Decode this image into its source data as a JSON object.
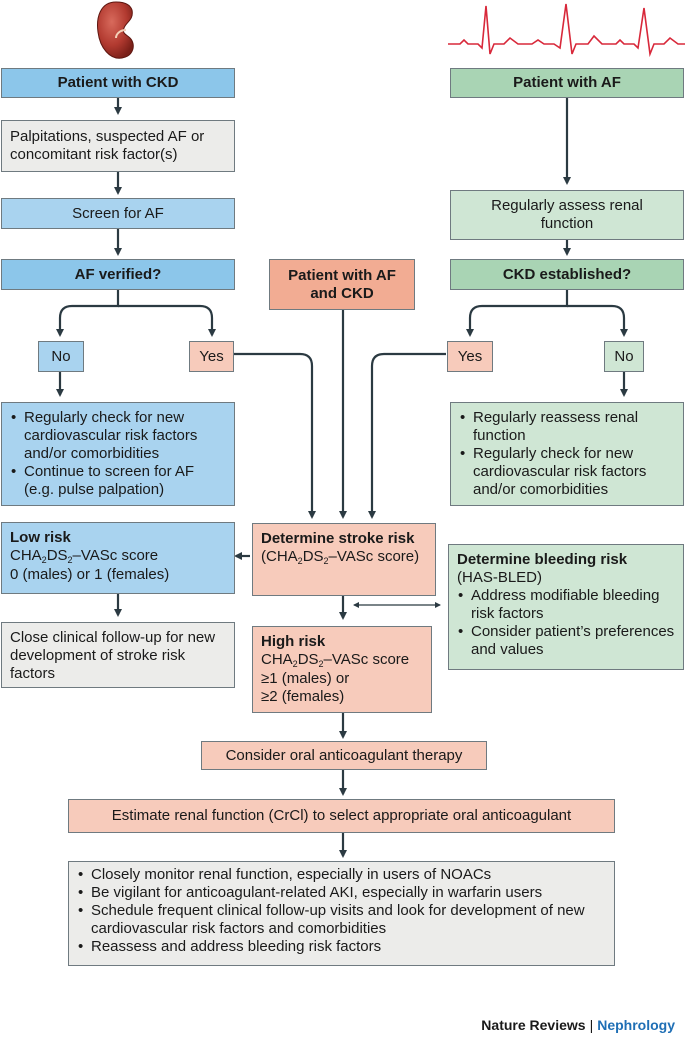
{
  "ckd_header": "Patient with CKD",
  "af_header": "Patient with AF",
  "palpitations": "Palpitations, suspected AF or concomitant risk factor(s)",
  "screen_af": "Screen for AF",
  "af_verified": "AF verified?",
  "left_no": "No",
  "left_yes": "Yes",
  "left_no_bullets": [
    "Regularly check for new cardiovascular risk factors and/or comorbidities",
    "Continue to screen for AF (e.g. pulse palpation)"
  ],
  "regular_assess": "Regularly assess renal function",
  "ckd_established": "CKD established?",
  "right_yes": "Yes",
  "right_no": "No",
  "right_no_bullets": [
    "Regularly reassess renal function",
    "Regularly check for new cardiovascular risk factors and/or comorbidities"
  ],
  "af_ckd": "Patient with AF and CKD",
  "stroke": {
    "title": "Determine stroke risk",
    "pre": "(CHA",
    "mid": "DS",
    "post": "–VASc score)",
    "sub1": "2",
    "sub2": "2"
  },
  "low_risk": {
    "title": "Low risk",
    "score_pre": "CHA",
    "score_mid": "DS",
    "score_post": "–VASc score",
    "sub1": "2",
    "sub2": "2",
    "value": "0 (males) or 1 (females)"
  },
  "close_followup": "Close clinical follow-up for new development of stroke risk factors",
  "high_risk": {
    "title": "High risk",
    "score_pre": "CHA",
    "score_mid": "DS",
    "score_post": "–VASc score",
    "sub1": "2",
    "sub2": "2",
    "line1": "≥1 (males) or",
    "line2": "≥2 (females)"
  },
  "bleeding": {
    "title": "Determine bleeding risk",
    "sub": "(HAS-BLED)",
    "bullets": [
      "Address modifiable bleeding risk factors",
      "Consider patient’s preferences and values"
    ]
  },
  "consider_oac": "Consider oral anticoagulant therapy",
  "estimate_renal": "Estimate renal function (CrCl) to select appropriate oral anticoagulant",
  "final_bullets": [
    "Closely monitor renal function, especially in users of NOACs",
    "Be vigilant for anticoagulant-related AKI, especially in warfarin users",
    "Schedule frequent clinical follow-up visits and look for development of new cardiovascular risk factors and comorbidities",
    "Reassess and address bleeding risk factors"
  ],
  "footer": {
    "publisher": "Nature Reviews",
    "separator": "|",
    "journal": "Nephrology"
  },
  "icons": {
    "left": "kidney-icon",
    "right": "ecg-icon"
  },
  "colors": {
    "blue": "#a9d3ef",
    "green": "#cfe6d4",
    "pink": "#f7cbbb",
    "grey": "#ececea",
    "line": "#2b3a42"
  }
}
